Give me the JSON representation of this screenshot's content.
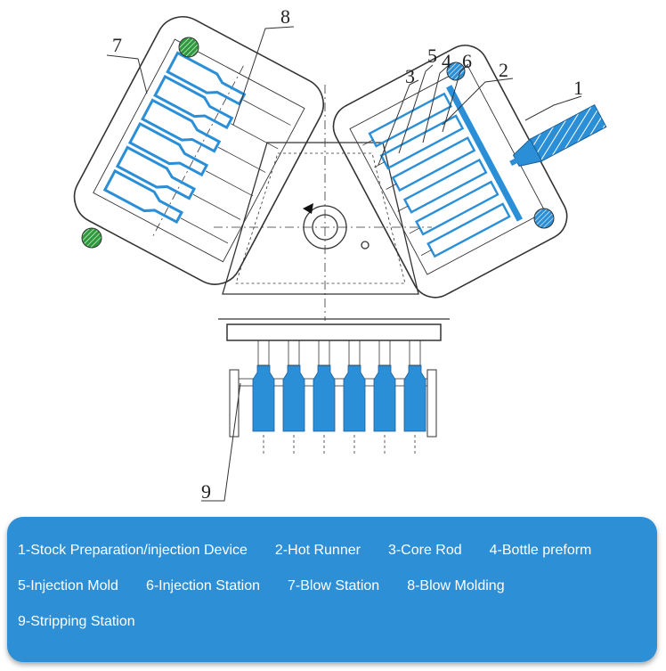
{
  "callouts": [
    "1",
    "2",
    "3",
    "4",
    "5",
    "6",
    "7",
    "8",
    "9"
  ],
  "legend": {
    "rows": [
      [
        "1-Stock Preparation/injection Device",
        "2-Hot Runner",
        "3-Core Rod",
        "4-Bottle preform"
      ],
      [
        "5-Injection Mold",
        "6-Injection Station",
        "7-Blow Station",
        "8-Blow Molding"
      ],
      [
        "9-Stripping Station"
      ]
    ]
  },
  "colors": {
    "accent_blue": "#2b8fd8",
    "legend_bg": "#2d8fd6",
    "green_pillar": "#2e9a3c",
    "line": "#333333"
  }
}
